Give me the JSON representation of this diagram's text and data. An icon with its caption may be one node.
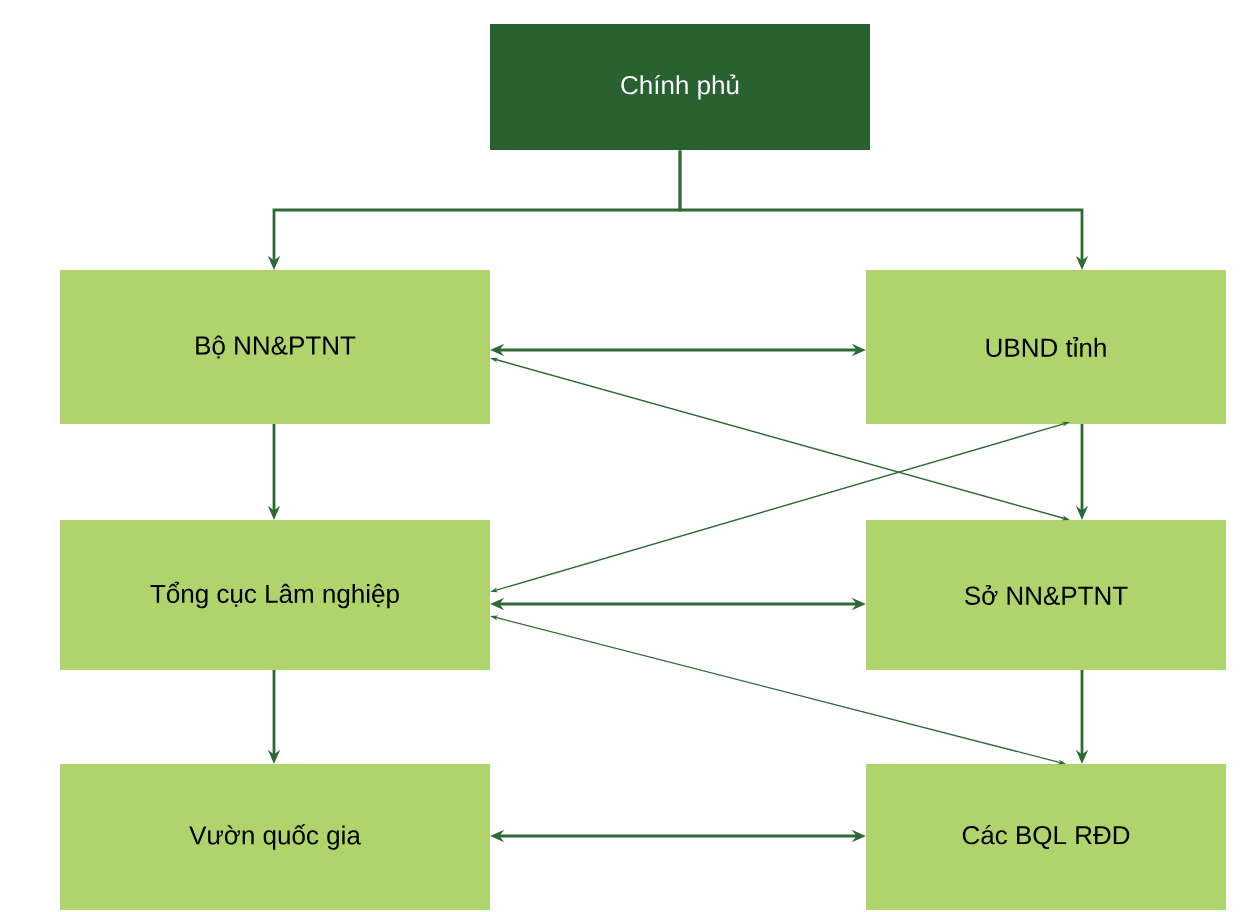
{
  "diagram": {
    "nodes": [
      {
        "text": [
          "Chính phủ"
        ]
      },
      {
        "text": [
          "Bộ NN&PTNT"
        ]
      },
      {
        "text": [
          "UBND tỉnh"
        ]
      },
      {
        "text": [
          "Tổng cục Lâm nghiệp"
        ]
      },
      {
        "text": [
          "Sở NN&PTNT"
        ]
      },
      {
        "text": [
          "Vườn quốc gia"
        ]
      },
      {
        "text": [
          "Các BQL RĐD"
        ]
      }
    ],
    "edges": [
      {
        "from": 0,
        "to": 1,
        "arrow": "to"
      },
      {
        "from": 0,
        "to": 2,
        "arrow": "to"
      },
      {
        "from": 1,
        "to": 2,
        "arrow": "both"
      },
      {
        "from": 1,
        "to": 4,
        "arrow": "both"
      },
      {
        "from": 2,
        "to": 3,
        "arrow": "both"
      },
      {
        "from": 1,
        "to": 3,
        "arrow": "to"
      },
      {
        "from": 2,
        "to": 4,
        "arrow": "to"
      },
      {
        "from": 3,
        "to": 4,
        "arrow": "both"
      },
      {
        "from": 3,
        "to": 6,
        "arrow": "both"
      },
      {
        "from": 3,
        "to": 5,
        "arrow": "to"
      },
      {
        "from": 4,
        "to": 6,
        "arrow": "to"
      },
      {
        "from": 5,
        "to": 6,
        "arrow": "both"
      }
    ]
  }
}
